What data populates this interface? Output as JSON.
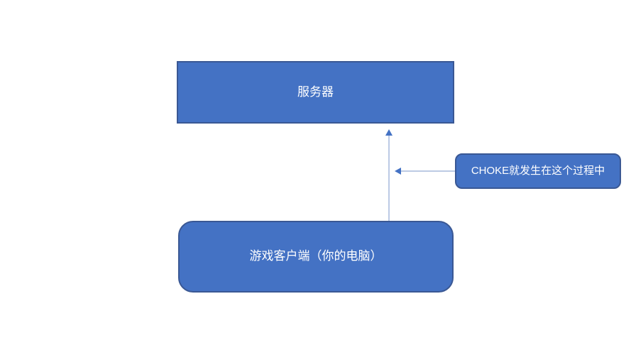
{
  "diagram": {
    "nodes": {
      "server": {
        "label": "服务器",
        "shape": "rectangle"
      },
      "client": {
        "label": "游戏客户端（你的电脑）",
        "shape": "rounded-rectangle"
      },
      "choke_note": {
        "label": "CHOKE就发生在这个过程中",
        "shape": "rounded-rectangle"
      }
    },
    "connectors": [
      {
        "from": "client",
        "to": "server",
        "direction": "up",
        "style": "arrow"
      },
      {
        "from": "choke_note",
        "to": "client-server-connector",
        "direction": "left",
        "style": "arrow"
      }
    ]
  },
  "colors": {
    "box_fill": "#4472C4",
    "box_border": "#3A5894",
    "arrow_line": "#A6B8DC",
    "arrow_head": "#4472C4",
    "text_color": "#FFFFFF",
    "background": "#FFFFFF"
  }
}
